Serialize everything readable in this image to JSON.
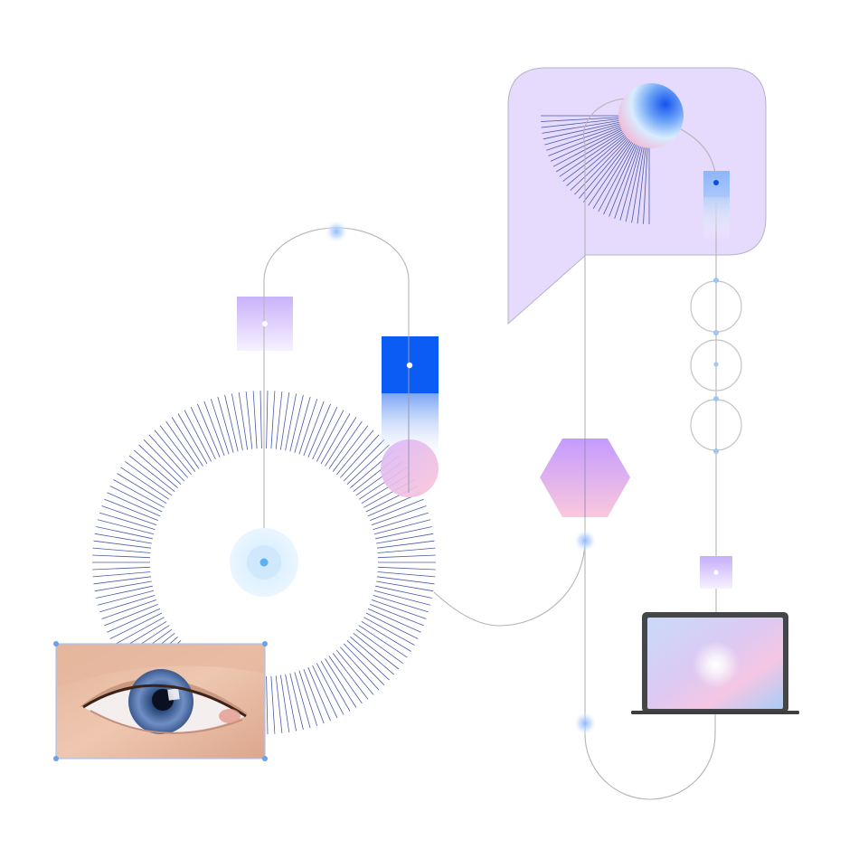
{
  "colors": {
    "background": "#ffffff",
    "line": "#b5b5b5",
    "ray": "#4a5aa8",
    "blue": "#0a5cf5",
    "lavender": "#e6dafd",
    "lavender_border": "#b9b2c8",
    "violet": "#c49bff",
    "pink": "#f7c6dd",
    "node_glow": "#9cc3ff",
    "dot": "#8fb6f0",
    "laptop_frame": "#454649",
    "iris": "#5a79ad",
    "skin": "#e8b79d"
  },
  "elements": {
    "speech_bubble": "speech-bubble",
    "sphere": "gradient-sphere",
    "radial_burst": "radial-line-burst",
    "fan": "fan-lines",
    "hexagon": "gradient-hexagon",
    "laptop": "laptop-icon",
    "eye_photo": "eye-photo",
    "chain": "circle-chain"
  }
}
